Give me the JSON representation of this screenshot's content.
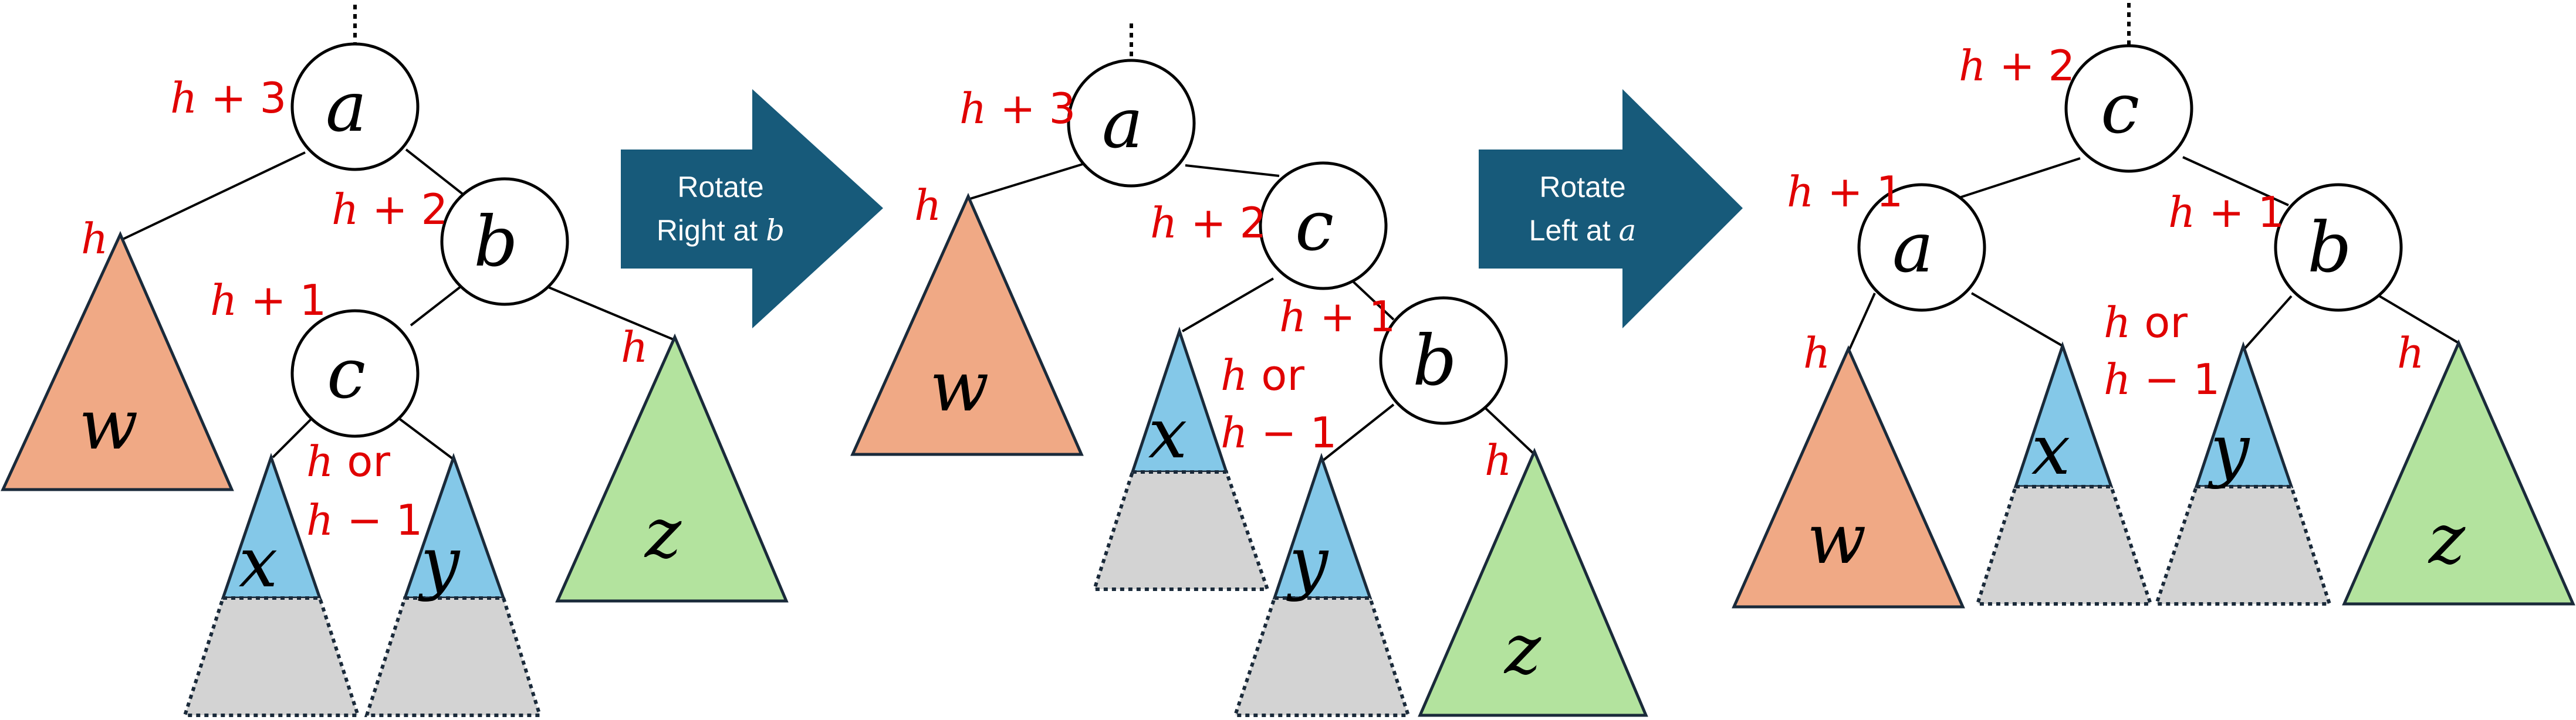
{
  "colors": {
    "w_triangle": "#F0A985",
    "x_y_triangle": "#84C8E8",
    "z_triangle": "#B3E39E",
    "extension": "#D3D3D3",
    "height_label": "#E00000",
    "arrow": "#175A7A"
  },
  "arrows": {
    "first": {
      "line1": "Rotate",
      "line2_prefix": "Right at ",
      "line2_var": "b"
    },
    "second": {
      "line1": "Rotate",
      "line2_prefix": "Left at ",
      "line2_var": "a"
    }
  },
  "stage1": {
    "nodes": {
      "a": "a",
      "b": "b",
      "c": "c"
    },
    "subtrees": {
      "w": "w",
      "x": "x",
      "y": "y",
      "z": "z"
    },
    "heights": {
      "a": {
        "var": "h",
        "rest": " + 3"
      },
      "b": {
        "var": "h",
        "rest": " + 2"
      },
      "c": {
        "var": "h",
        "rest": " + 1"
      },
      "w": {
        "var": "h"
      },
      "z": {
        "var": "h"
      },
      "xy": {
        "var1": "h",
        "word": " or",
        "var2": "h",
        "rest2": " − 1"
      }
    }
  },
  "stage2": {
    "nodes": {
      "a": "a",
      "b": "b",
      "c": "c"
    },
    "subtrees": {
      "w": "w",
      "x": "x",
      "y": "y",
      "z": "z"
    },
    "heights": {
      "a": {
        "var": "h",
        "rest": " + 3"
      },
      "c": {
        "var": "h",
        "rest": " + 2"
      },
      "b": {
        "var": "h",
        "rest": " + 1"
      },
      "w": {
        "var": "h"
      },
      "z": {
        "var": "h"
      },
      "xy": {
        "var1": "h",
        "word": " or",
        "var2": "h",
        "rest2": " − 1"
      }
    }
  },
  "stage3": {
    "nodes": {
      "a": "a",
      "b": "b",
      "c": "c"
    },
    "subtrees": {
      "w": "w",
      "x": "x",
      "y": "y",
      "z": "z"
    },
    "heights": {
      "c": {
        "var": "h",
        "rest": " + 2"
      },
      "a": {
        "var": "h",
        "rest": " + 1"
      },
      "b": {
        "var": "h",
        "rest": " + 1"
      },
      "w": {
        "var": "h"
      },
      "z": {
        "var": "h"
      },
      "xy": {
        "var1": "h",
        "word": " or",
        "var2": "h",
        "rest2": " − 1"
      }
    }
  }
}
